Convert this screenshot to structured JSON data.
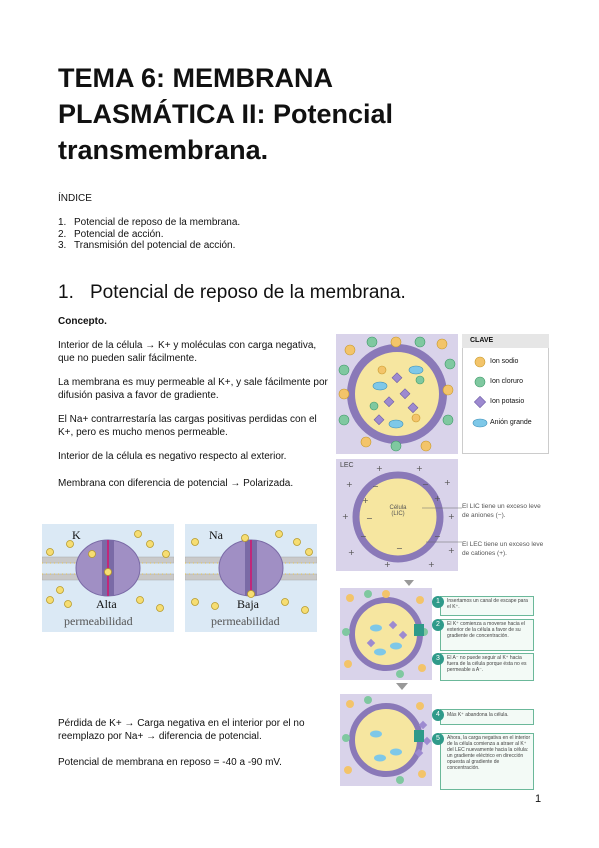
{
  "title": "TEMA 6: MEMBRANA PLASMÁTICA II: Potencial transmembrana.",
  "index": {
    "heading": "ÍNDICE",
    "items": [
      {
        "num": "1.",
        "text": "Potencial de reposo de la membrana."
      },
      {
        "num": "2.",
        "text": "Potencial de acción."
      },
      {
        "num": "3.",
        "text": "Transmisión del potencial de acción."
      }
    ]
  },
  "section1": {
    "num": "1.",
    "title": "Potencial de reposo de la membrana.",
    "subheading": "Concepto.",
    "paragraphs": [
      "Interior de la célula → K+ y moléculas con carga negativa, que no pueden salir fácilmente.",
      "La membrana es muy permeable al K+, y sale fácilmente por difusión pasiva a favor de gradiente.",
      "El Na+ contrarrestaría las cargas positivas perdidas con el K+, pero es mucho menos permeable.",
      "Interior de la célula es negativo respecto al exterior.",
      "Membrana con diferencia de potencial → Polarizada."
    ],
    "paragraphs2": [
      "Pérdida de K+ → Carga negativa en el interior por el no reemplazo por Na+ → diferencia de potencial.",
      "Potencial de membrana en reposo = -40 a -90 mV."
    ]
  },
  "channels": {
    "k": {
      "ion": "K",
      "label1": "Alta",
      "label2": "permeabilidad"
    },
    "na": {
      "ion": "Na",
      "label1": "Baja",
      "label2": "permeabilidad"
    }
  },
  "key": {
    "heading": "CLAVE",
    "items": [
      "Ion sodio",
      "Ion cloruro",
      "Ion potasio",
      "Anión grande"
    ]
  },
  "cell2": {
    "lec": "LEC",
    "cell_label1": "Célula",
    "cell_label2": "(LIC)",
    "note1": "El LIC tiene un exceso leve de aniones (−).",
    "note2": "El LEC tiene un exceso leve de cationes (+)."
  },
  "steps": [
    {
      "n": "1",
      "text": "Insertamos un canal de escape para el K⁺."
    },
    {
      "n": "2",
      "text": "El K⁺ comienza a moverse hacia el exterior de la célula a favor de su gradiente de concentración."
    },
    {
      "n": "3",
      "text": "El A⁻ no puede seguir al K⁺ hacia fuera de la célula porque ésta no es permeable a A⁻."
    },
    {
      "n": "4",
      "text": "Más K⁺ abandona la célula."
    },
    {
      "n": "5",
      "text": "Ahora, la carga negativa en el interior de la célula comienza a atraer al K⁺ del LEC nuevamente hacia la célula: un gradiente eléctrico en dirección opuesta al gradiente de concentración."
    }
  ],
  "page_number": "1",
  "colors": {
    "lilac": "#d9d3ea",
    "purple": "#8a79b8",
    "sodium": "#f3d17a",
    "chloride": "#7fc8a0",
    "anion": "#7ec8e8",
    "potassium": "#9d8ad0"
  }
}
